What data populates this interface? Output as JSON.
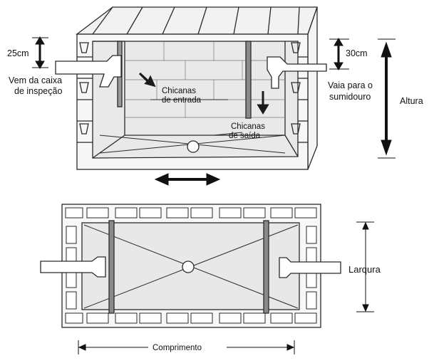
{
  "labels": {
    "top_25cm": "25cm",
    "top_30cm": "30cm",
    "inlet_line1": "Vem da caixa",
    "inlet_line2": "de inspeção",
    "outlet_line1": "Vaia para o",
    "outlet_line2": "sumidouro",
    "height": "Altura",
    "baffles_in_line1": "Chicanas",
    "baffles_in_line2": "de entrada",
    "baffles_out_line1": "Chicanas",
    "baffles_out_line2": "de saída",
    "width": "Larqura",
    "length": "Comprimento"
  },
  "colors": {
    "stroke": "#2a2a2a",
    "brick": "#f4f4f4",
    "fill_bg": "#ececec",
    "baffle": "#8a8a8a"
  }
}
